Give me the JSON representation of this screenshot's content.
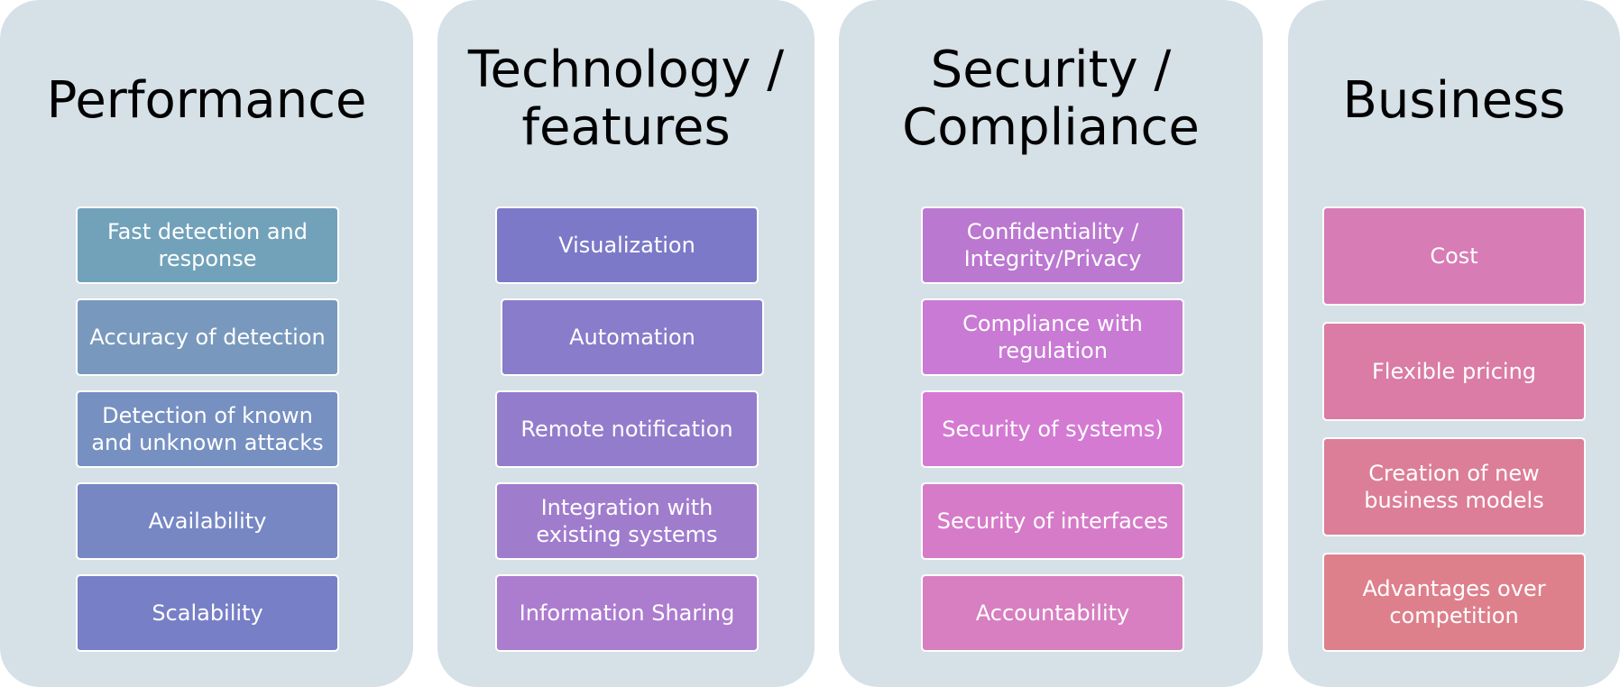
{
  "columns": [
    {
      "title": "Performance",
      "items": [
        {
          "label": "Fast detection and\nresponse",
          "color": "#72a2ba"
        },
        {
          "label": "Accuracy of detection",
          "color": "#7899bd"
        },
        {
          "label": "Detection of known\nand unknown attacks",
          "color": "#7690c1"
        },
        {
          "label": "Availability",
          "color": "#7687c4"
        },
        {
          "label": "Scalability",
          "color": "#777fc6"
        }
      ]
    },
    {
      "title": "Technology /\nfeatures",
      "items": [
        {
          "label": "Visualization",
          "color": "#7b79c8"
        },
        {
          "label": "Automation",
          "color": "#887ccb"
        },
        {
          "label": "Remote notification",
          "color": "#947ccc"
        },
        {
          "label": "Integration with\nexisting systems",
          "color": "#a07ccd"
        },
        {
          "label": "Information Sharing",
          "color": "#ac7ccf"
        }
      ]
    },
    {
      "title": "Security /\nCompliance",
      "items": [
        {
          "label": "Confidentiality /\nIntegrity/Privacy",
          "color": "#bb78d0"
        },
        {
          "label": "Compliance with\nregulation",
          "color": "#c97ad4"
        },
        {
          "label": "Security of systems)",
          "color": "#d47ad3"
        },
        {
          "label": "Security of interfaces",
          "color": "#d67bc8"
        },
        {
          "label": "Accountability",
          "color": "#d77fc0"
        }
      ]
    },
    {
      "title": "Business",
      "items": [
        {
          "label": "Cost",
          "color": "#d87cb5"
        },
        {
          "label": "Flexible pricing",
          "color": "#da7ca5"
        },
        {
          "label": "Creation of new\nbusiness models",
          "color": "#dc7e98"
        },
        {
          "label": "Advantages over\ncompetition",
          "color": "#de808c"
        }
      ]
    }
  ]
}
